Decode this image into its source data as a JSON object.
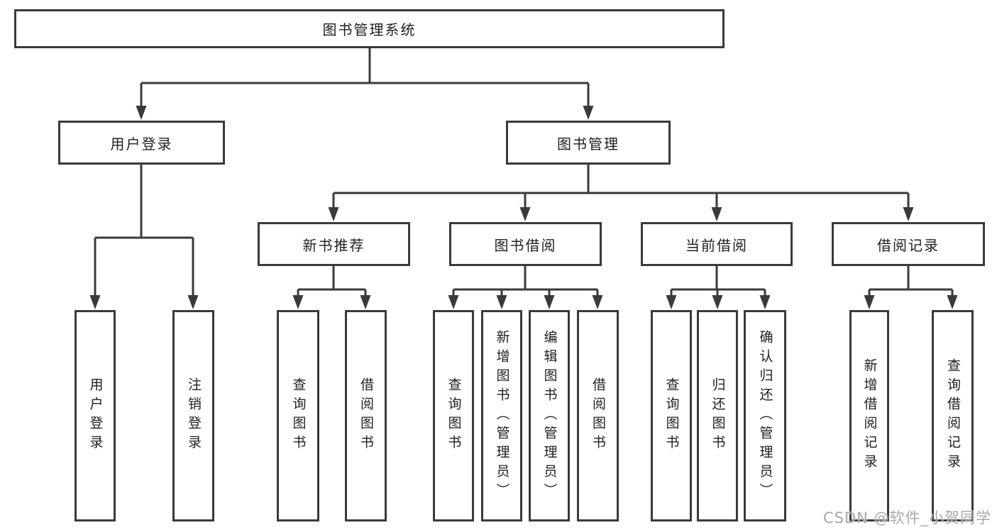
{
  "tree": {
    "label": "图书管理系统",
    "children": [
      {
        "label": "用户登录",
        "children": [
          {
            "label": "用户登录"
          },
          {
            "label": "注销登录"
          }
        ]
      },
      {
        "label": "图书管理",
        "children": [
          {
            "label": "新书推荐",
            "children": [
              {
                "label": "查询图书"
              },
              {
                "label": "借阅图书"
              }
            ]
          },
          {
            "label": "图书借阅",
            "children": [
              {
                "label": "查询图书"
              },
              {
                "label": "新增图书（管理员）"
              },
              {
                "label": "编辑图书（管理员）"
              },
              {
                "label": "借阅图书"
              }
            ]
          },
          {
            "label": "当前借阅",
            "children": [
              {
                "label": "查询图书"
              },
              {
                "label": "归还图书"
              },
              {
                "label": "确认归还（管理员）"
              }
            ]
          },
          {
            "label": "借阅记录",
            "children": [
              {
                "label": "新增借阅记录"
              },
              {
                "label": "查询借阅记录"
              }
            ]
          }
        ]
      }
    ]
  },
  "watermark": {
    "text": "CSDN @软件_小贺同学"
  },
  "colors": {
    "line": "#3a3a3a",
    "text": "#1f1f1f",
    "background": "#ffffff",
    "watermark": "#9e9e9e"
  }
}
